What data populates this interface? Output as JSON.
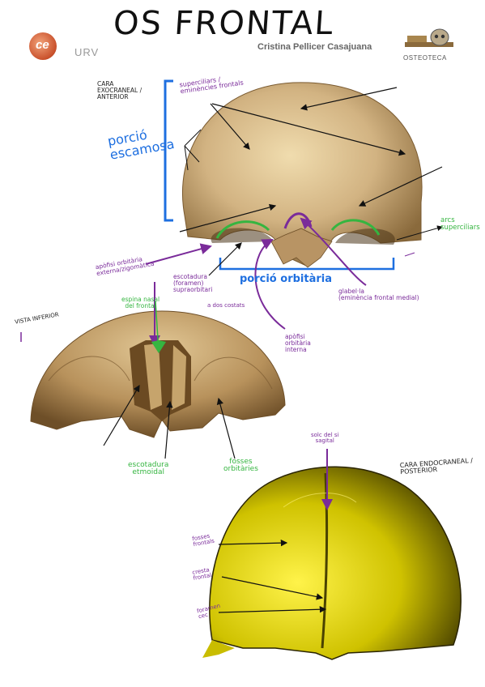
{
  "header": {
    "title": "OS FRONTAL",
    "logo_text": "ce",
    "university": "URV",
    "author": "Cristina Pellicer Casajuana",
    "osteoteca": "OSTEOTECA"
  },
  "figure1": {
    "face": [
      "CARA",
      "EXOCRANEAL /",
      "ANTERIOR"
    ],
    "superciliary_top": [
      "superciliars /",
      "eminències frontals"
    ],
    "squama": [
      "porció",
      "escamosa"
    ],
    "arcs": [
      "arcs",
      "superciliars"
    ],
    "zygomatic": [
      "apòfisi orbitària",
      "externa/zigomàtica"
    ],
    "notch": [
      "escotadura",
      "(foramen)",
      "supraorbitari"
    ],
    "two_sides": "a dos costats",
    "orbital_part": "porció orbitària",
    "glabella": [
      "glabel·la",
      "(eminència frontal medial)"
    ],
    "internal_process": [
      "apòfisi",
      "orbitària",
      "interna"
    ]
  },
  "figure2": {
    "view": "VISTA INFERIOR",
    "nasal_spine": [
      "espina nasal",
      "del frontal"
    ],
    "ethmoid_notch": [
      "escotadura",
      "etmoidal"
    ],
    "orbital_fossae": [
      "fosses",
      "orbitàries"
    ]
  },
  "figure3": {
    "face": [
      "CARA ENDOCRANEAL /",
      "POSTERIOR"
    ],
    "sagittal": [
      "solc del si",
      "sagital"
    ],
    "fossae": [
      "fosses",
      "frontals"
    ],
    "crest": [
      "cresta",
      "frontal"
    ],
    "foramen": [
      "foramen",
      "cec"
    ]
  },
  "colors": {
    "bone": "#d6b98a",
    "bone_dark": "#8a6a3c",
    "inner_yellow": "#e8e000",
    "blue_ink": "#1e6fe0",
    "green_ink": "#35b540",
    "purple_ink": "#7a2b9a",
    "black_ink": "#111111"
  }
}
